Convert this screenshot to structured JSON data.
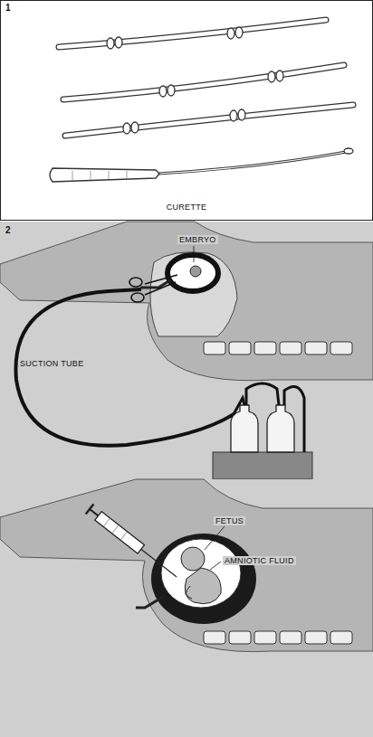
{
  "diagram": {
    "labels": [
      "1",
      "CURETTE",
      "2",
      "EMBRYO",
      "SUCTION TUBE",
      "FETUS",
      "AMNIOTIC FLUID"
    ]
  }
}
